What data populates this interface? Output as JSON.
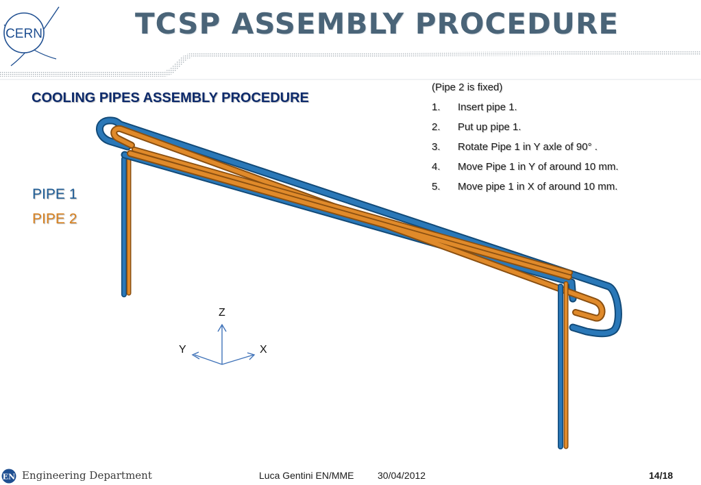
{
  "header": {
    "title": "TCSP ASSEMBLY PROCEDURE",
    "logo_text": "CERN"
  },
  "main": {
    "subtitle": "COOLING PIPES ASSEMBLY PROCEDURE",
    "legend": [
      {
        "label": "PIPE 1",
        "color": "#1f5d96"
      },
      {
        "label": "PIPE 2",
        "color": "#d98220"
      }
    ],
    "steps_intro": "(Pipe 2 is fixed)",
    "steps": [
      {
        "num": "1.",
        "text": "Insert pipe 1."
      },
      {
        "num": "2.",
        "text": "Put up pipe 1."
      },
      {
        "num": "3.",
        "text": "Rotate Pipe 1 in Y axle of 90°  ."
      },
      {
        "num": "4.",
        "text": "Move Pipe 1 in Y of around 10 mm."
      },
      {
        "num": "5.",
        "text": "Move pipe 1 in X of around 10 mm."
      }
    ],
    "axes": {
      "z": "Z",
      "y": "Y",
      "x": "X"
    }
  },
  "footer": {
    "logo_text": "EN",
    "department": "Engineering Department",
    "author": "Luca Gentini EN/MME",
    "date": "30/04/2012",
    "page_current": "14",
    "page_total": "18"
  },
  "colors": {
    "pipe1": "#2a78b8",
    "pipe1_edge": "#124a78",
    "pipe2": "#e08a2a",
    "pipe2_edge": "#8a4f10",
    "title": "#4a6478"
  }
}
